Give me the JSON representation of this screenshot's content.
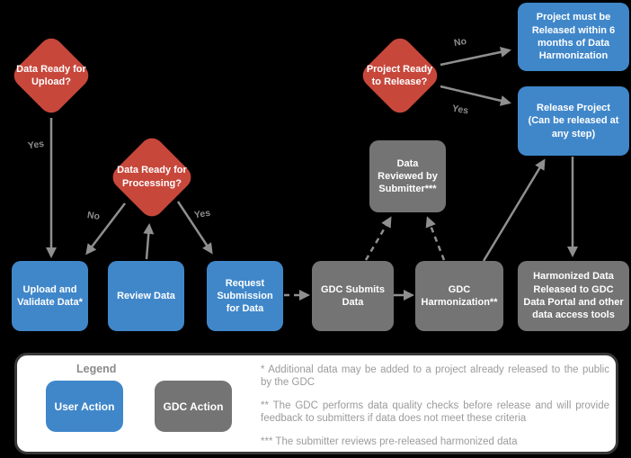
{
  "colors": {
    "background": "#000000",
    "user_action": "#4087ca",
    "gdc_action": "#747474",
    "decision": "#c7473b",
    "arrow": "#8f8f8f",
    "legend_bg": "#ffffff"
  },
  "nodes": {
    "d1": {
      "label": "Data Ready for\nUpload?",
      "type": "decision"
    },
    "d2": {
      "label": "Data Ready for\nProcessing?",
      "type": "decision"
    },
    "d3": {
      "label": "Project Ready\nto Release?",
      "type": "decision"
    },
    "upload": {
      "label": "Upload and\nValidate Data*",
      "type": "user_action"
    },
    "review": {
      "label": "Review Data",
      "type": "user_action"
    },
    "request": {
      "label": "Request\nSubmission\nfor Data",
      "type": "user_action"
    },
    "submits": {
      "label": "GDC Submits\nData",
      "type": "gdc_action"
    },
    "harmonization": {
      "label": "GDC\nHarmonization**",
      "type": "gdc_action"
    },
    "released": {
      "label": "Harmonized Data\nReleased to GDC\nData Portal and other\ndata access tools",
      "type": "gdc_action"
    },
    "reviewed": {
      "label": "Data\nReviewed by\nSubmitter***",
      "type": "gdc_action"
    },
    "must_release": {
      "label": "Project must be\nReleased within 6\nmonths of Data\nHarmonization",
      "type": "user_action"
    },
    "release_project": {
      "label": "Release Project\n(Can be released at\nany step)",
      "type": "user_action"
    }
  },
  "edge_labels": {
    "d1_yes": "Yes",
    "d2_no": "No",
    "d2_yes": "Yes",
    "d3_no": "No",
    "d3_yes": "Yes"
  },
  "legend": {
    "title": "Legend",
    "user_action_label": "User Action",
    "gdc_action_label": "GDC Action",
    "footnotes": [
      "* Additional data may be added to a project already released to the public by the GDC",
      "** The GDC performs data quality checks before release and will provide feedback to submitters if data does not meet these criteria",
      "*** The submitter reviews pre-released harmonized data"
    ]
  }
}
